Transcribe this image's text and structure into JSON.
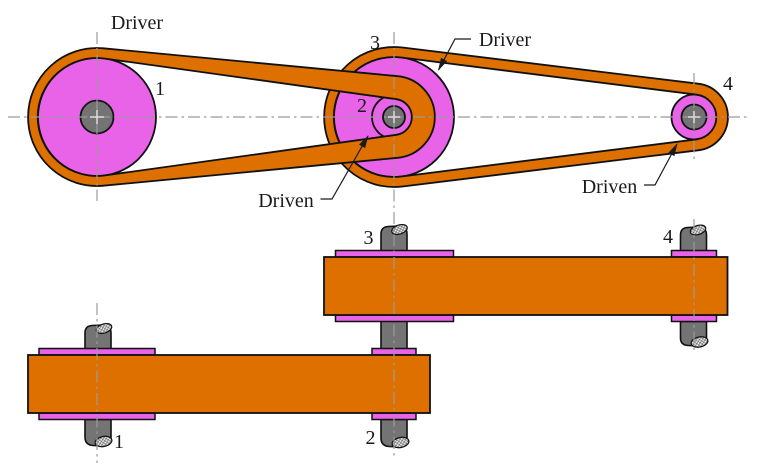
{
  "colors": {
    "belt": "#DE7000",
    "pulley": "#E963E9",
    "shaft": "#747474",
    "outline": "#111111",
    "centerline": "#9B9B9B",
    "text": "#1A1A1A",
    "background": "#FFFFFF"
  },
  "top_view": {
    "pulley1": {
      "number": "1",
      "role_label": "Driver"
    },
    "pulley2": {
      "number": "2",
      "role_label": "Driven"
    },
    "pulley3": {
      "number": "3",
      "role_label": "Driver"
    },
    "pulley4": {
      "number": "4",
      "role_label": "Driven"
    }
  },
  "side_view": {
    "shaft1_label": "1",
    "shaft2_label": "2",
    "shaft3_label": "3",
    "shaft4_label": "4"
  }
}
